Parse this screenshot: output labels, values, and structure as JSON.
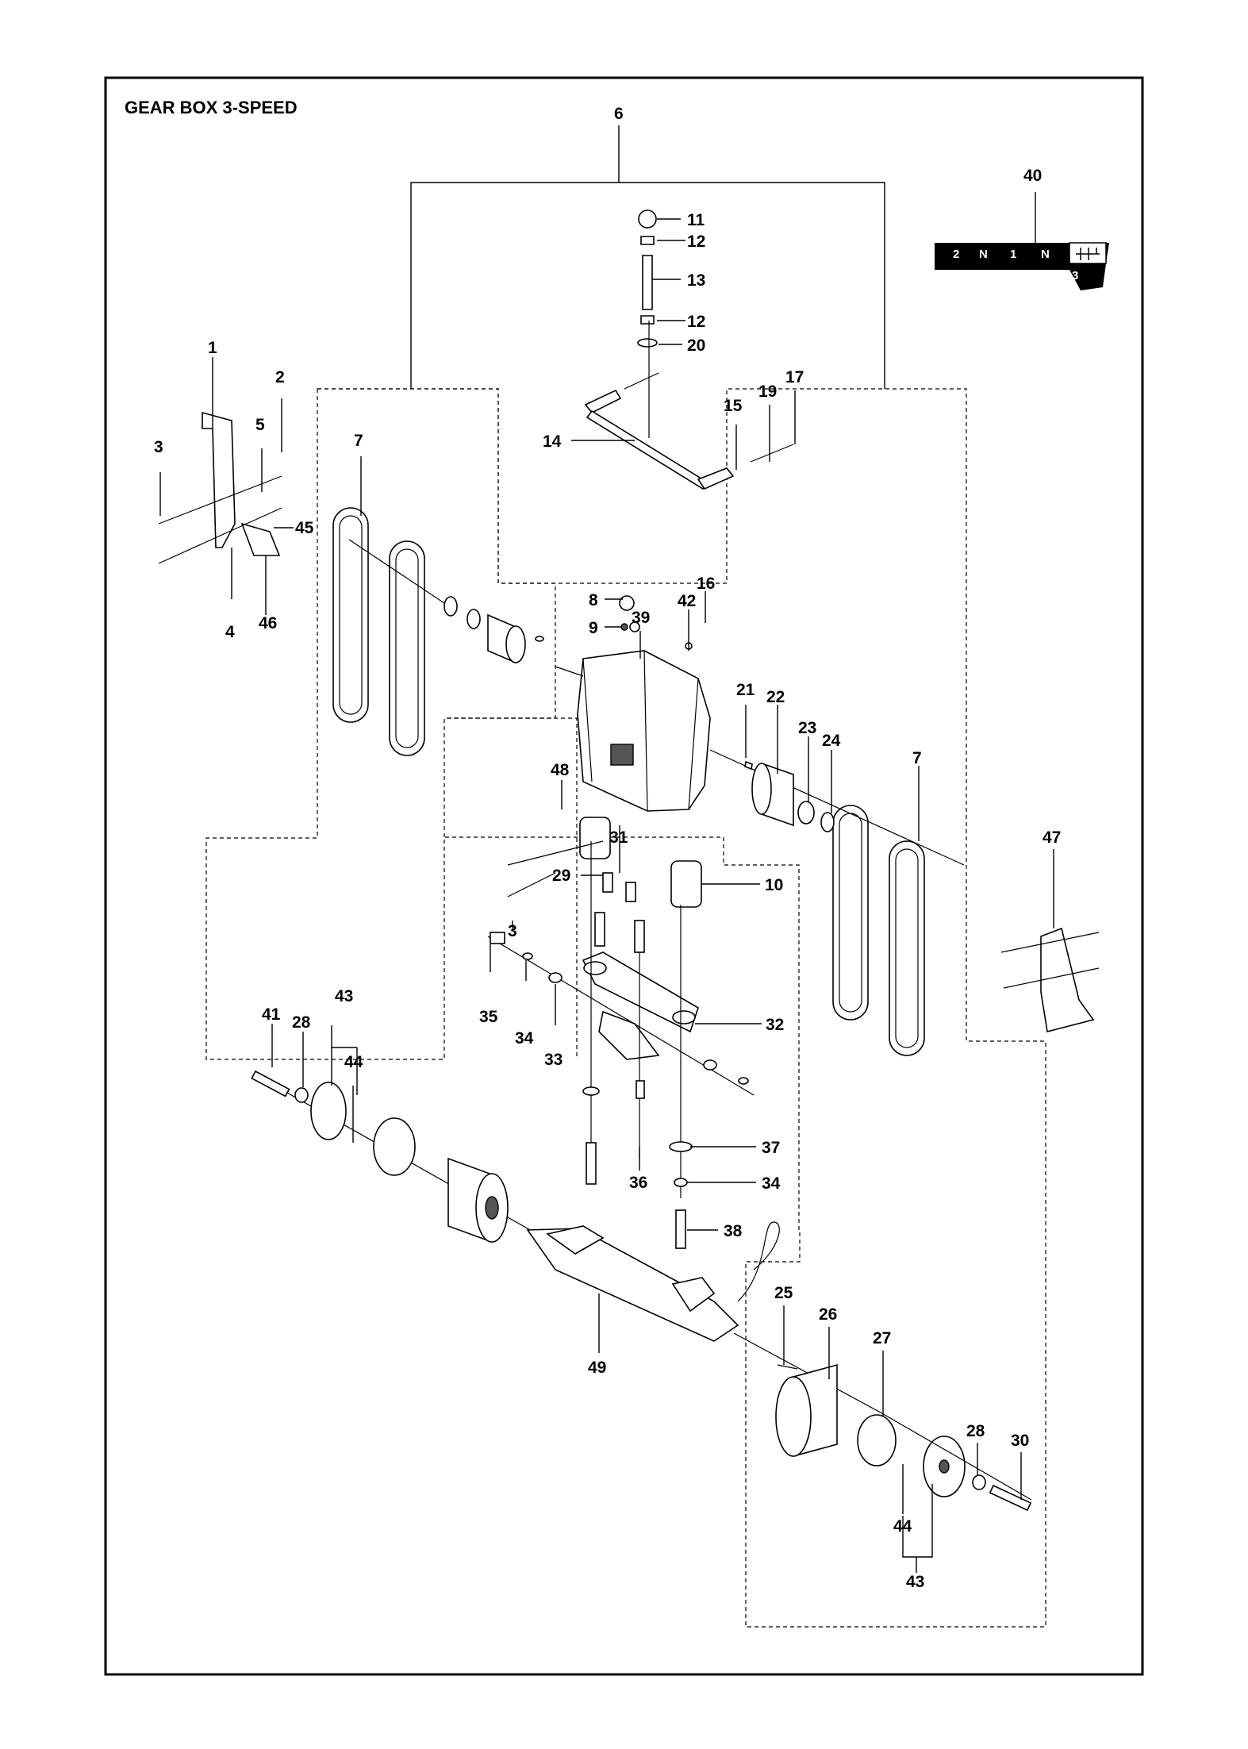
{
  "diagram": {
    "title": "GEAR BOX 3-SPEED",
    "gear_decal": [
      "2",
      "N",
      "1",
      "N",
      "3"
    ],
    "callouts": [
      {
        "id": "c6",
        "text": "6"
      },
      {
        "id": "c40",
        "text": "40"
      },
      {
        "id": "c11",
        "text": "11"
      },
      {
        "id": "c12a",
        "text": "12"
      },
      {
        "id": "c13",
        "text": "13"
      },
      {
        "id": "c12b",
        "text": "12"
      },
      {
        "id": "c20",
        "text": "20"
      },
      {
        "id": "c1",
        "text": "1"
      },
      {
        "id": "c2",
        "text": "2"
      },
      {
        "id": "c5",
        "text": "5"
      },
      {
        "id": "c3a",
        "text": "3"
      },
      {
        "id": "c45",
        "text": "45"
      },
      {
        "id": "c4",
        "text": "4"
      },
      {
        "id": "c46",
        "text": "46"
      },
      {
        "id": "c7a",
        "text": "7"
      },
      {
        "id": "c15",
        "text": "15"
      },
      {
        "id": "c19",
        "text": "19"
      },
      {
        "id": "c17",
        "text": "17"
      },
      {
        "id": "c14",
        "text": "14"
      },
      {
        "id": "c8",
        "text": "8"
      },
      {
        "id": "c9",
        "text": "9"
      },
      {
        "id": "c39",
        "text": "39"
      },
      {
        "id": "c42",
        "text": "42"
      },
      {
        "id": "c16",
        "text": "16"
      },
      {
        "id": "c21",
        "text": "21"
      },
      {
        "id": "c22",
        "text": "22"
      },
      {
        "id": "c23",
        "text": "23"
      },
      {
        "id": "c24",
        "text": "24"
      },
      {
        "id": "c7b",
        "text": "7"
      },
      {
        "id": "c48",
        "text": "48"
      },
      {
        "id": "c31",
        "text": "31"
      },
      {
        "id": "c29",
        "text": "29"
      },
      {
        "id": "c10",
        "text": "10"
      },
      {
        "id": "c47",
        "text": "47"
      },
      {
        "id": "c3b",
        "text": "3"
      },
      {
        "id": "c41",
        "text": "41"
      },
      {
        "id": "c28a",
        "text": "28"
      },
      {
        "id": "c43a",
        "text": "43"
      },
      {
        "id": "c44a",
        "text": "44"
      },
      {
        "id": "c35",
        "text": "35"
      },
      {
        "id": "c34a",
        "text": "34"
      },
      {
        "id": "c33",
        "text": "33"
      },
      {
        "id": "c32",
        "text": "32"
      },
      {
        "id": "c37",
        "text": "37"
      },
      {
        "id": "c36",
        "text": "36"
      },
      {
        "id": "c34b",
        "text": "34"
      },
      {
        "id": "c38",
        "text": "38"
      },
      {
        "id": "c49",
        "text": "49"
      },
      {
        "id": "c25",
        "text": "25"
      },
      {
        "id": "c26",
        "text": "26"
      },
      {
        "id": "c27",
        "text": "27"
      },
      {
        "id": "c28b",
        "text": "28"
      },
      {
        "id": "c30",
        "text": "30"
      },
      {
        "id": "c44b",
        "text": "44"
      },
      {
        "id": "c43b",
        "text": "43"
      }
    ]
  }
}
